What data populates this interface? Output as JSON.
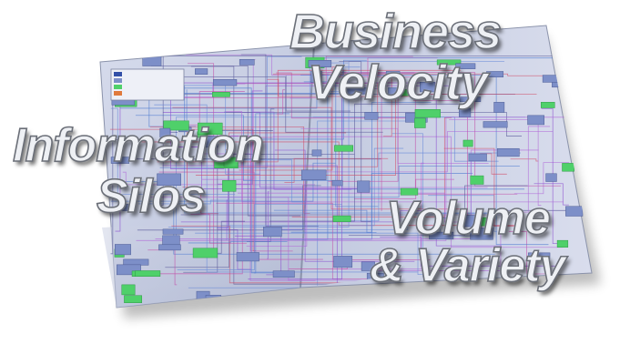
{
  "phrases": {
    "business": "Business",
    "velocity": "Velocity",
    "information": "Information",
    "silos": "Silos",
    "volume": "Volume",
    "variety": "& Variety"
  },
  "colors": {
    "map_paper": "#c9d0e4",
    "map_fold_shadow": "#9aa3bd",
    "app_box": "#7d8fc8",
    "green_box": "#4fd06a",
    "text_fill": "#eef0f4",
    "text_outline": "#6b6f78"
  },
  "legend": {
    "swatches": [
      "#3350a8",
      "#7d8fc8",
      "#4fd06a",
      "#e07a3c"
    ]
  }
}
